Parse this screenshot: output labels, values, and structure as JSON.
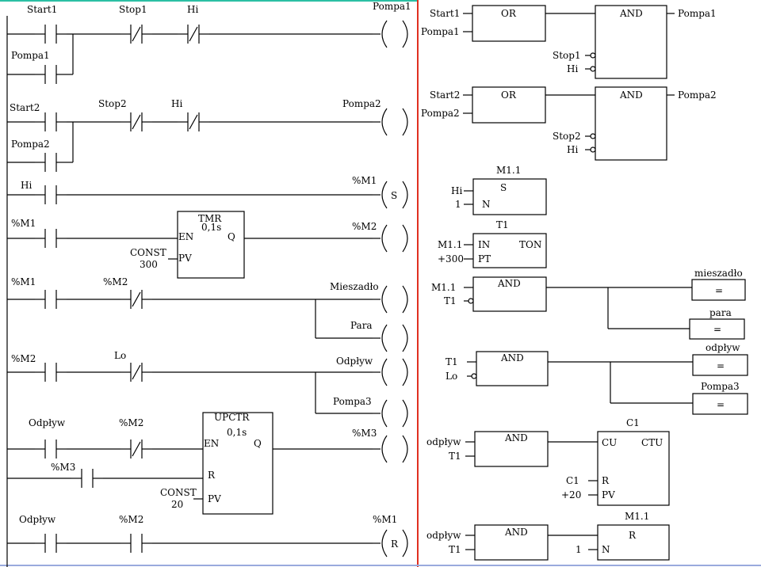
{
  "ladder": {
    "r1": {
      "start": "Start1",
      "stop": "Stop1",
      "hi": "Hi",
      "coil": "Pompa1",
      "hold": "Pompa1"
    },
    "r2": {
      "start": "Start2",
      "stop": "Stop2",
      "hi": "Hi",
      "coil": "Pompa2",
      "hold": "Pompa2"
    },
    "r3": {
      "contact": "Hi",
      "coil": "%M1",
      "coil_letter": "S"
    },
    "r4": {
      "contact": "%M1",
      "coil": "%M2",
      "timer_name": "TMR",
      "timer_base": "0,1s",
      "en": "EN",
      "q": "Q",
      "pv": "PV",
      "const_label": "CONST",
      "const_value": "300"
    },
    "r5": {
      "c1": "%M1",
      "c2": "%M2",
      "coil1": "Mieszadło",
      "coil2": "Para"
    },
    "r6": {
      "c1": "%M2",
      "c2": "Lo",
      "coil1": "Odpływ",
      "coil2": "Pompa3"
    },
    "r7": {
      "c1": "Odpływ",
      "c2": "%M2",
      "c3": "%M3",
      "coil": "%M3",
      "ctr_name": "UPCTR",
      "ctr_base": "0,1s",
      "en": "EN",
      "q": "Q",
      "r": "R",
      "pv": "PV",
      "const_label": "CONST",
      "const_value": "20"
    },
    "r8": {
      "c1": "Odpływ",
      "c2": "%M2",
      "coil": "%M1",
      "coil_letter": "R"
    }
  },
  "fbd": {
    "b1": {
      "in1": "Start1",
      "in2": "Pompa1",
      "or": "OR",
      "and": "AND",
      "in3": "Stop1",
      "in4": "Hi",
      "out": "Pompa1"
    },
    "b2": {
      "in1": "Start2",
      "in2": "Pompa2",
      "or": "OR",
      "and": "AND",
      "in3": "Stop2",
      "in4": "Hi",
      "out": "Pompa2"
    },
    "b3": {
      "title": "M1.1",
      "in1": "Hi",
      "in2": "1",
      "s": "S",
      "n": "N"
    },
    "b4": {
      "title": "T1",
      "in1": "M1.1",
      "in2": "+300",
      "pin_in": "IN",
      "pin_pt": "PT",
      "type": "TON"
    },
    "b5": {
      "in1": "M1.1",
      "in2": "T1",
      "and": "AND",
      "out1": "mieszadło",
      "out2": "para",
      "eq": "="
    },
    "b6": {
      "in1": "T1",
      "in2": "Lo",
      "and": "AND",
      "out1": "odpływ",
      "out2": "Pompa3",
      "eq": "="
    },
    "b7": {
      "in1": "odpływ",
      "in2": "T1",
      "and": "AND",
      "title": "C1",
      "cu": "CU",
      "type": "CTU",
      "r_in": "C1",
      "pv_in": "+20",
      "r": "R",
      "pv": "PV"
    },
    "b8": {
      "in1": "odpływ",
      "in2": "T1",
      "and": "AND",
      "title": "M1.1",
      "r": "R",
      "n": "N",
      "n_in": "1"
    }
  }
}
